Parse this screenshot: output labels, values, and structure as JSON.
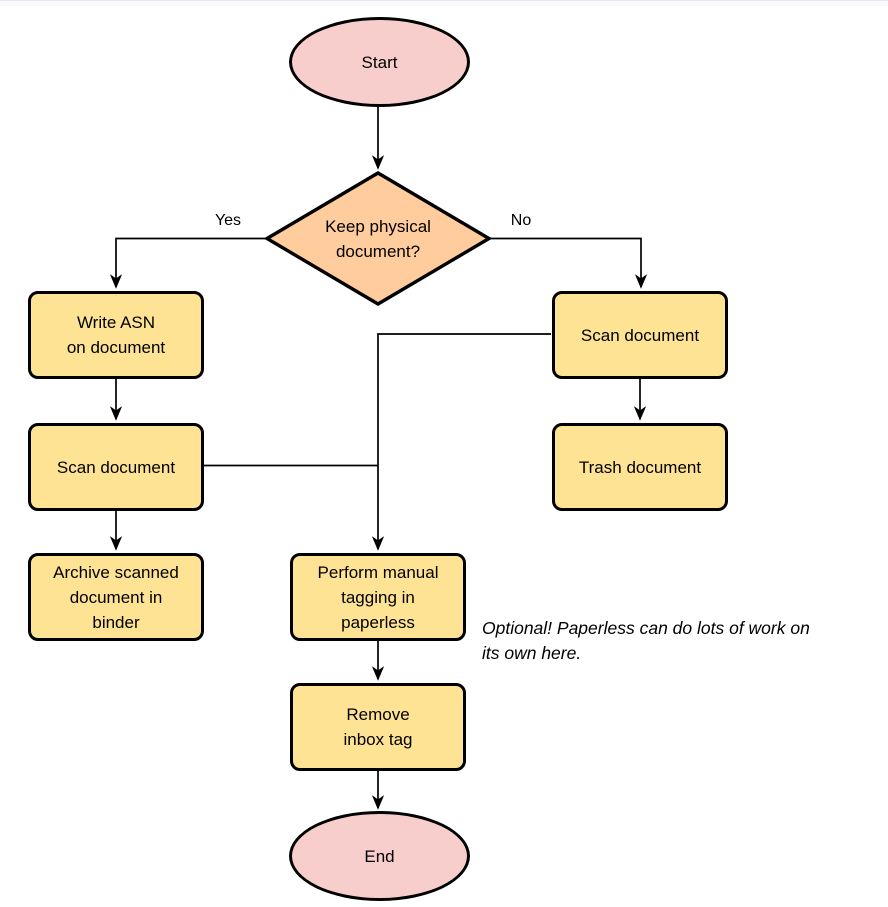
{
  "colors": {
    "terminator_fill": "#f8cecc",
    "decision_fill": "#ffcc9e",
    "process_fill": "#ffe395",
    "stroke": "#000000",
    "background": "#ffffff"
  },
  "flowchart": {
    "start": {
      "label": "Start"
    },
    "decision_keep_physical": {
      "label": "Keep physical\ndocument?"
    },
    "branch_yes": {
      "label": "Yes"
    },
    "branch_no": {
      "label": "No"
    },
    "write_asn": {
      "label": "Write ASN\non document"
    },
    "scan_document_left": {
      "label": "Scan document"
    },
    "archive_binder": {
      "label": "Archive scanned\ndocument in\nbinder"
    },
    "scan_document_right": {
      "label": "Scan document"
    },
    "trash_document": {
      "label": "Trash document"
    },
    "manual_tagging": {
      "label": "Perform manual\ntagging in\npaperless"
    },
    "remove_inbox_tag": {
      "label": "Remove\ninbox tag"
    },
    "end": {
      "label": "End"
    },
    "note": {
      "text": "Optional! Paperless can do lots of work on\nits own here."
    }
  }
}
